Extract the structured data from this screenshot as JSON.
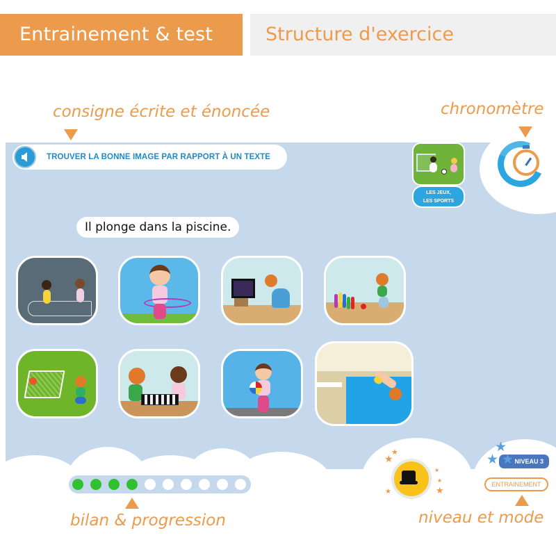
{
  "header": {
    "tabs": [
      {
        "label": "Entrainement & test",
        "active": true
      },
      {
        "label": "Structure d'exercice",
        "active": false
      }
    ]
  },
  "annotations": {
    "consigne": "consigne écrite et énoncée",
    "chrono": "chronomètre",
    "bilan": "bilan & progression",
    "niveau": "niveau et mode"
  },
  "exercise": {
    "instruction": "TROUVER LA BONNE IMAGE PAR RAPPORT À UN TEXTE",
    "speaker_icon": "speaker-icon",
    "sentence": "Il plonge dans la piscine.",
    "theme": {
      "line1": "LES JEUX,",
      "line2": "LES SPORTS"
    },
    "timer_icon": "stopwatch-icon",
    "choices": [
      {
        "name": "hopscotch",
        "desc": "Deux enfants jouent à la marelle"
      },
      {
        "name": "hula-hoop",
        "desc": "Fille avec un hula-hoop"
      },
      {
        "name": "video-game",
        "desc": "Garçon joue aux jeux vidéo"
      },
      {
        "name": "bowling",
        "desc": "Garçon joue aux quilles"
      },
      {
        "name": "soccer",
        "desc": "Garçon tire au but"
      },
      {
        "name": "chess",
        "desc": "Deux enfants jouent aux échecs"
      },
      {
        "name": "beach-ball",
        "desc": "Fille attrape un ballon"
      },
      {
        "name": "diving",
        "desc": "Garçon plonge dans la piscine"
      }
    ],
    "progress": {
      "total": 10,
      "done": 4
    },
    "level": "NIVEAU 3",
    "mode": "ENTRAINEMENT",
    "joker_icon": "magic-hat-icon"
  },
  "colors": {
    "accent": "#ec9b4c",
    "panel": "#c5d8ec",
    "blue": "#2ba6e0",
    "done": "#2fc12f"
  }
}
